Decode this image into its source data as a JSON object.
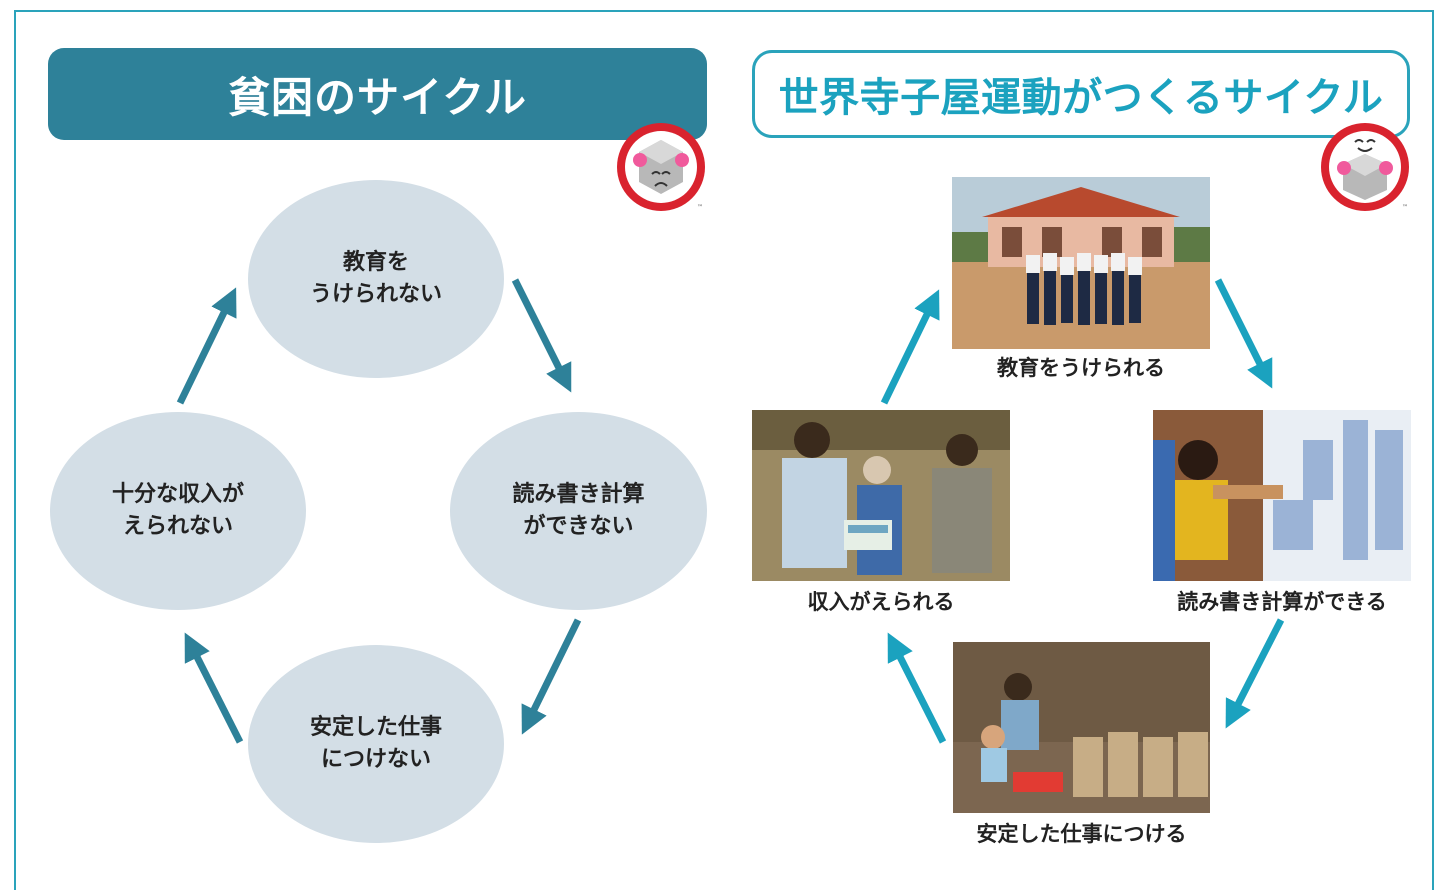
{
  "left_panel": {
    "title": "貧困のサイクル",
    "nodes": {
      "top": "教育を\nうけられない",
      "right": "読み書き計算\nができない",
      "bottom": "安定した仕事\nにつけない",
      "left": "十分な収入が\nえられない"
    }
  },
  "right_panel": {
    "title": "世界寺子屋運動がつくるサイクル",
    "captions": {
      "top": "教育をうけられる",
      "right": "読み書き計算ができる",
      "bottom": "安定した仕事につける",
      "left": "収入がえられる"
    }
  },
  "colors": {
    "left_accent": "#2e8199",
    "right_accent": "#1ba2bf",
    "ellipse_fill": "#d3dee6",
    "mascot_red": "#d9232e"
  },
  "icons": {
    "left_mascot": "sad-mascot-icon",
    "right_mascot": "happy-mascot-icon"
  }
}
